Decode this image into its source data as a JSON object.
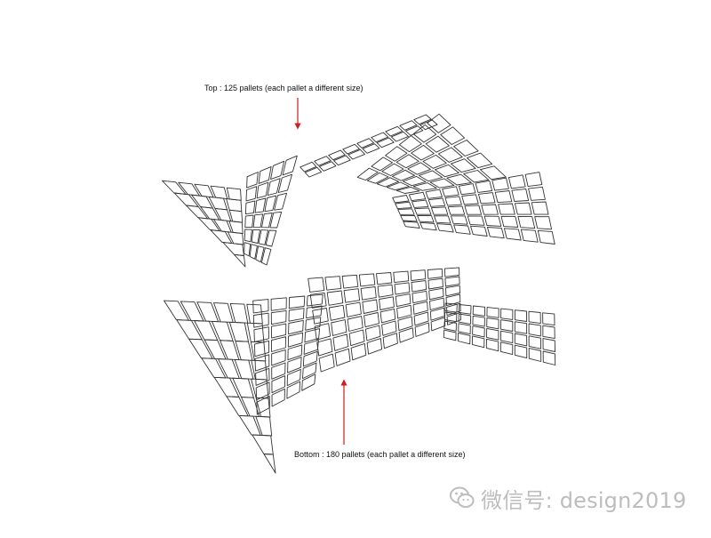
{
  "annotations": {
    "top": "Top : 125 pallets (each pallet a different size)",
    "bottom": "Bottom : 180 pallets (each pallet a different size)"
  },
  "watermark": {
    "text": "微信号: design2019",
    "icon": "wechat-logo-icon"
  },
  "colors": {
    "arrow": "#cc1f1f",
    "mesh_stroke": "#333333",
    "watermark": "#bdbdbd"
  }
}
